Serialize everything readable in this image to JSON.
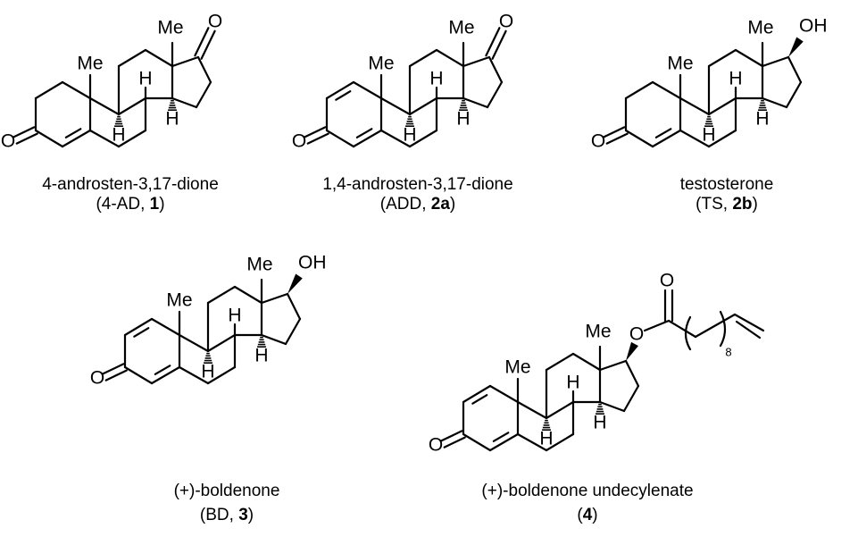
{
  "atoms": {
    "methyl": "Me",
    "hydrogen": "H",
    "oxygen": "O",
    "hydroxyl": "OH",
    "repeat_count": "8"
  },
  "compounds": [
    {
      "name": "4-androsten-3,17-dione",
      "abbr": "4-AD",
      "num": "1"
    },
    {
      "name": "1,4-androsten-3,17-dione",
      "abbr": "ADD",
      "num": "2a"
    },
    {
      "name": "testosterone",
      "abbr": "TS",
      "num": "2b"
    },
    {
      "name": "(+)-boldenone",
      "abbr": "BD",
      "num": "3"
    },
    {
      "name": "(+)-boldenone undecylenate",
      "abbr": "",
      "num": "4"
    }
  ],
  "punct": {
    "open": "(",
    "close": ")",
    "sep": ", "
  }
}
